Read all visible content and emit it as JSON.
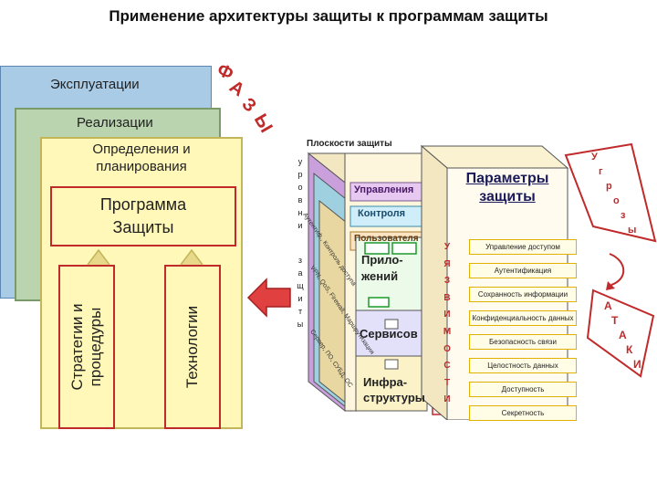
{
  "title": "Применение архитектуры защиты к программам защиты",
  "phases": {
    "label_letters": [
      "Ф",
      "А",
      "З",
      "Ы"
    ],
    "exploitation": "Эксплуатации",
    "realization": "Реализации",
    "definition_line1": "Определения и",
    "definition_line2": "планирования",
    "program_line1": "Программа",
    "program_line2": "Защиты",
    "strategies_line1": "Стратегии и",
    "strategies_line2": "процедуры",
    "technologies": "Технологии"
  },
  "cube": {
    "planes_title": "Плоскости защиты",
    "levels_left_top": [
      "у",
      "р",
      "о",
      "в",
      "н",
      "и"
    ],
    "levels_left_bottom": [
      "з",
      "а",
      "щ",
      "и",
      "т",
      "ы"
    ],
    "planes": [
      "Управления",
      "Контроля",
      "Пользователя"
    ],
    "layers": [
      "Прило-",
      "жений",
      "Сервисов",
      "Инфра-",
      "структуры"
    ],
    "diagonal_texts": [
      "Аутентиф., Контроль доступа",
      "VPN, QoS, Firewall, Маршрутизация",
      "Сервер, ПО, СУБД, ОС"
    ],
    "vulnerabilities": [
      "У",
      "Я",
      "З",
      "В",
      "И",
      "М",
      "О",
      "С",
      "Т",
      "И"
    ],
    "params_title_line1": "Параметры",
    "params_title_line2": "защиты",
    "parameters": [
      "Управление доступом",
      "Аутентификация",
      "Сохранность информации",
      "Конфиденциальность данных",
      "Безопасность связи",
      "Целостность данных",
      "Доступность",
      "Секретность"
    ]
  },
  "threats": {
    "top": [
      "У",
      "г",
      "р",
      "о",
      "з",
      "ы"
    ],
    "bottom": [
      "А",
      "Т",
      "А",
      "К",
      "И"
    ]
  },
  "colors": {
    "exploitation": "#a9cbe6",
    "realization": "#b9d4ae",
    "definition": "#fff8b8",
    "red": "#c02a2a",
    "plane_purple": "#c9a0dc",
    "gold": "#e2b000"
  }
}
